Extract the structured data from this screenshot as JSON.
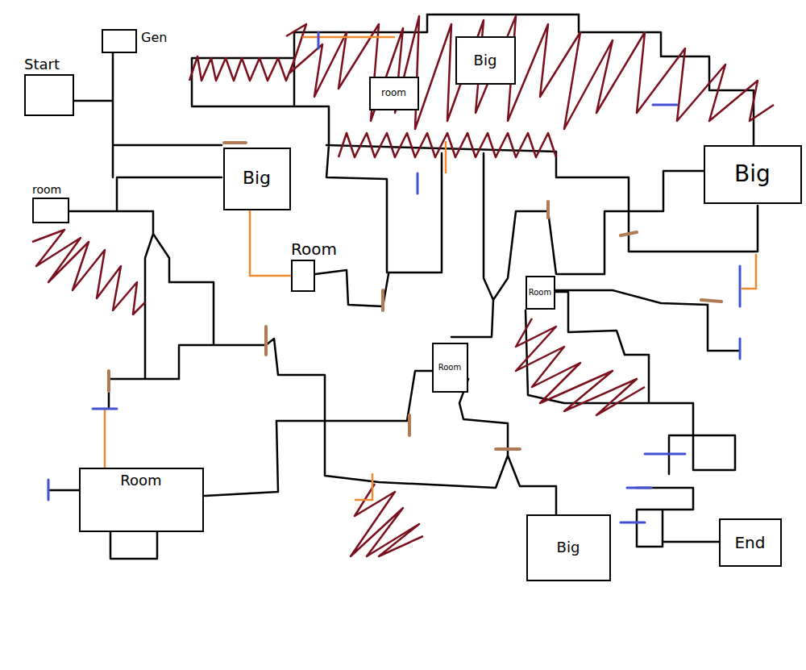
{
  "diagram": {
    "nodes": [
      {
        "text": [
          "Start"
        ]
      },
      {
        "text": [
          "Gen"
        ]
      },
      {
        "text": [
          "room"
        ]
      },
      {
        "text": [
          "Big"
        ]
      },
      {
        "text": [
          "Room"
        ]
      },
      {
        "text": [
          "room"
        ]
      },
      {
        "text": [
          "Big"
        ]
      },
      {
        "text": [
          "Big"
        ]
      },
      {
        "text": [
          "Room"
        ]
      },
      {
        "text": [
          "Room"
        ]
      },
      {
        "text": [
          "Room"
        ]
      },
      {
        "text": [
          "Big"
        ]
      },
      {
        "text": [
          "End"
        ]
      }
    ],
    "edges": [
      {
        "from": 3,
        "to": 4,
        "arrow": "none"
      }
    ]
  }
}
